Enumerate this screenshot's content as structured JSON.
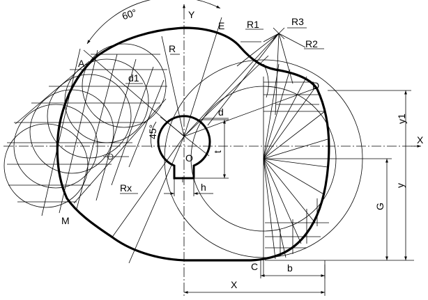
{
  "labels": {
    "angle60": "60°",
    "Y": "Y",
    "E": "E",
    "R1": "R1",
    "R3": "R3",
    "R2": "R2",
    "R": "R",
    "A": "A",
    "d1": "d1",
    "D": "D",
    "d": "d",
    "y1": "y1",
    "X_axis": "X",
    "angle45": "45°",
    "O": "O",
    "t": "t",
    "y": "y",
    "G": "G",
    "Rx": "Rx",
    "h": "h",
    "M": "M",
    "C": "C",
    "b": "b",
    "X_dim": "X"
  }
}
